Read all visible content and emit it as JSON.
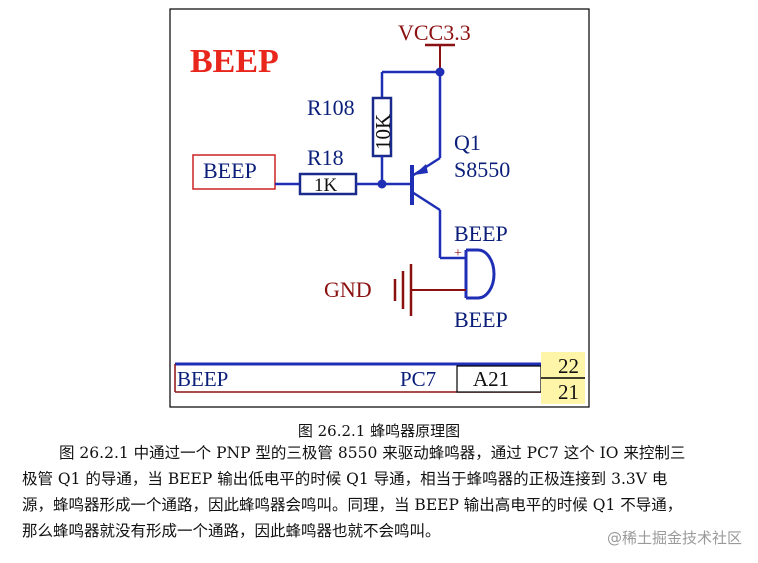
{
  "schematic": {
    "title": "BEEP",
    "vcc": "VCC3.3",
    "r_pullup_name": "R108",
    "r_pullup_value": "10K",
    "transistor_name": "Q1",
    "transistor_part": "S8550",
    "r_base_name": "R18",
    "r_base_value": "1K",
    "input_label": "BEEP",
    "buzzer_top": "BEEP",
    "buzzer_plus": "+",
    "buzzer_bottom": "BEEP",
    "gnd": "GND",
    "net_label": "BEEP",
    "pin_name": "PC7",
    "pin_ref": "A21",
    "pin_22": "22",
    "pin_21": "21",
    "colors": {
      "title": "#e8261c",
      "net_blue": "#1f2fb5",
      "resistor": "#1a2a8c",
      "label_dark": "#0b1f7a",
      "gnd": "#8b1010",
      "header_fill": "#fff5a8"
    }
  },
  "caption": "图 26.2.1  蜂鸣器原理图",
  "paragraph": [
    "图 26.2.1 中通过一个 PNP 型的三极管 8550 来驱动蜂鸣器，通过 PC7 这个 IO 来控制三",
    "极管 Q1 的导通，当 BEEP 输出低电平的时候 Q1 导通，相当于蜂鸣器的正极连接到 3.3V 电",
    "源，蜂鸣器形成一个通路，因此蜂鸣器会鸣叫。同理，当 BEEP 输出高电平的时候 Q1 不导通，",
    "那么蜂鸣器就没有形成一个通路，因此蜂鸣器也就不会鸣叫。"
  ],
  "watermark": "@稀土掘金技术社区"
}
